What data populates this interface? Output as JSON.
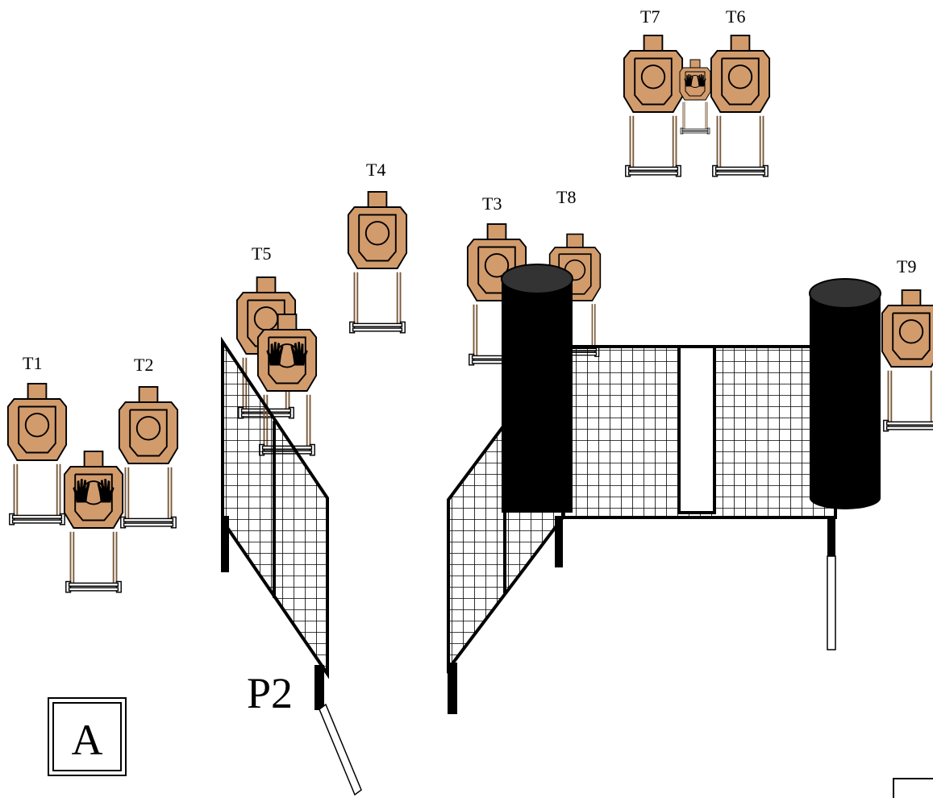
{
  "targets": [
    {
      "id": "t1",
      "label": "T1"
    },
    {
      "id": "t2",
      "label": "T2"
    },
    {
      "id": "t3",
      "label": "T3"
    },
    {
      "id": "t4",
      "label": "T4"
    },
    {
      "id": "t5",
      "label": "T5"
    },
    {
      "id": "t6",
      "label": "T6"
    },
    {
      "id": "t7",
      "label": "T7"
    },
    {
      "id": "t8",
      "label": "T8"
    },
    {
      "id": "t9",
      "label": "T9"
    }
  ],
  "position_label": "P2",
  "area_label": "A",
  "colors": {
    "target_fill": "#d29b6c",
    "barrel": "#000000",
    "mesh": "#000000"
  }
}
